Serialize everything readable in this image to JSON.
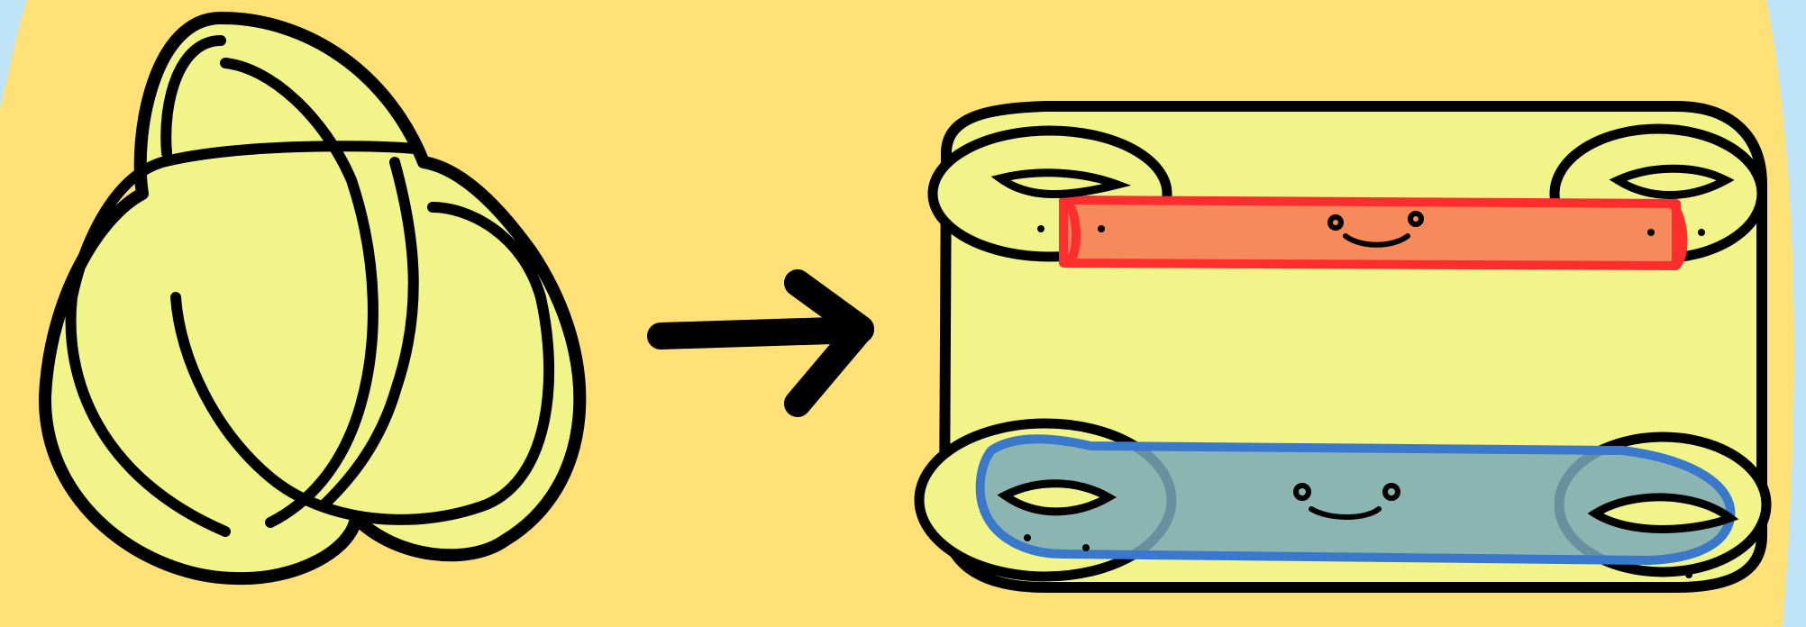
{
  "colors": {
    "background": "#bfe3f7",
    "panel": "#ffe177",
    "band_fill": "#f0f489",
    "outline": "#000000",
    "top_band_stroke": "#ff2e2e",
    "top_band_fill": "#f78a5a",
    "bottom_band_stroke": "#3a78cc",
    "bottom_band_fill": "#7aa9ba"
  },
  "diagram": {
    "left": "trefoil-knot-ribbon",
    "connector": "right-arrow",
    "right": "surface-with-two-annular-bands",
    "top_band": "face-annulus-red",
    "bottom_band": "face-annulus-blue"
  }
}
